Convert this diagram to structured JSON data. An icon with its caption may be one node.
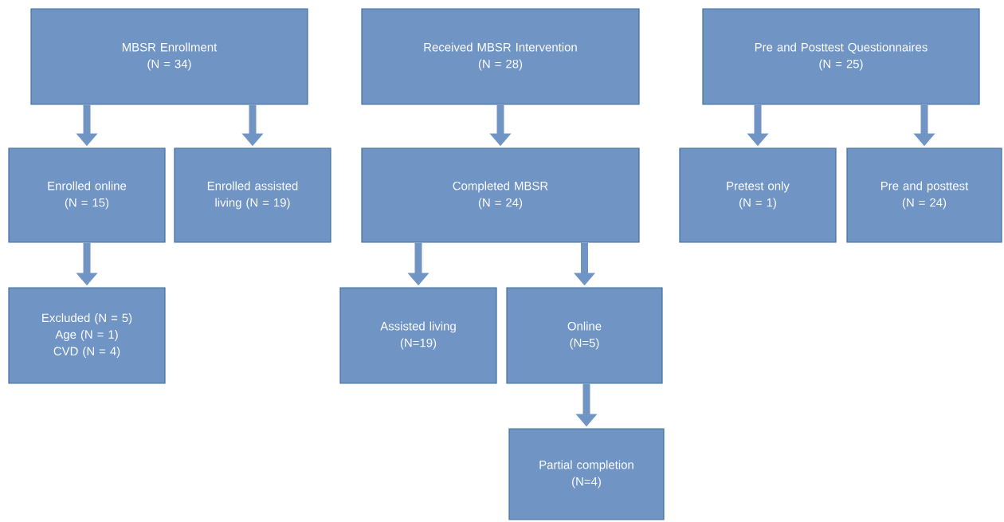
{
  "diagram": {
    "nodes": [
      {
        "text": [
          "MBSR Enrollment",
          "(N = 34)"
        ]
      },
      {
        "text": [
          "Enrolled online",
          "(N = 15)"
        ]
      },
      {
        "text": [
          "Enrolled assisted living (N = 19)"
        ]
      },
      {
        "text": [
          "Excluded (N = 5)",
          "Age (N = 1)",
          "CVD (N = 4)"
        ]
      },
      {
        "text": [
          "Received MBSR Intervention",
          "(N = 28)"
        ]
      },
      {
        "text": [
          "Completed MBSR",
          "(N = 24)"
        ]
      },
      {
        "text": [
          "Assisted living",
          "(N=19)"
        ]
      },
      {
        "text": [
          "Online",
          "(N=5)"
        ]
      },
      {
        "text": [
          "Partial completion",
          "(N=4)"
        ]
      },
      {
        "text": [
          "Pre and Posttest Questionnaires",
          "(N = 25)"
        ]
      },
      {
        "text": [
          "Pretest only",
          "(N = 1)"
        ]
      },
      {
        "text": [
          "Pre and posttest",
          "(N = 24)"
        ]
      }
    ],
    "edges": [
      {
        "from": 0,
        "to": 1,
        "arrow": "to"
      },
      {
        "from": 0,
        "to": 2,
        "arrow": "to"
      },
      {
        "from": 1,
        "to": 3,
        "arrow": "to"
      },
      {
        "from": 4,
        "to": 5,
        "arrow": "to"
      },
      {
        "from": 5,
        "to": 6,
        "arrow": "to"
      },
      {
        "from": 5,
        "to": 7,
        "arrow": "to"
      },
      {
        "from": 7,
        "to": 8,
        "arrow": "to"
      },
      {
        "from": 9,
        "to": 10,
        "arrow": "to"
      },
      {
        "from": 9,
        "to": 11,
        "arrow": "to"
      }
    ]
  }
}
